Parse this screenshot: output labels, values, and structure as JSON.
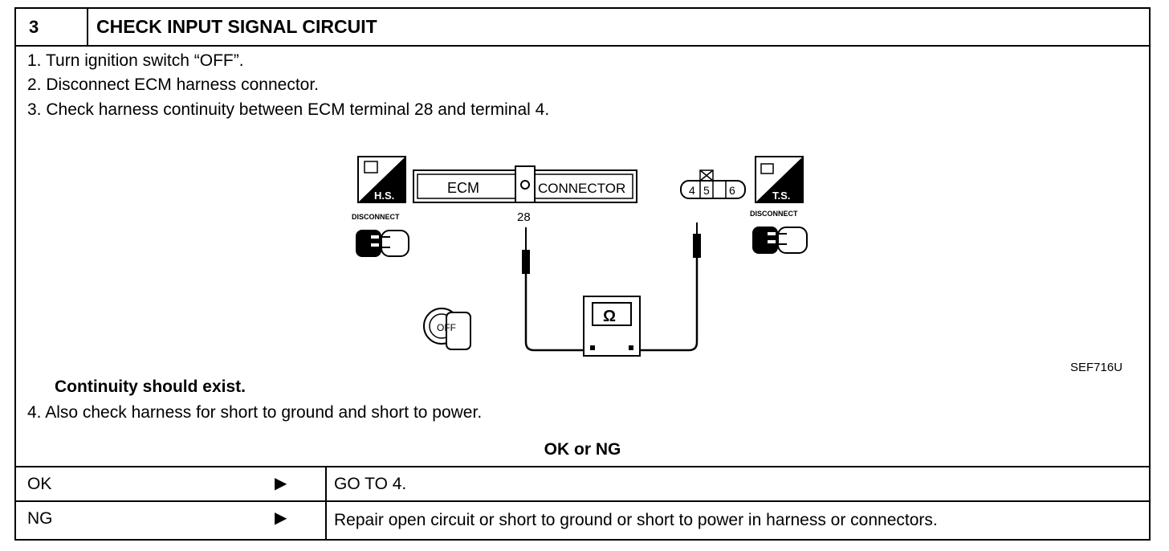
{
  "header": {
    "step_number": "3",
    "title": "CHECK INPUT SIGNAL CIRCUIT"
  },
  "steps": {
    "s1": "1.  Turn ignition switch “OFF”.",
    "s2": "2.  Disconnect ECM harness connector.",
    "s3": "3.  Check harness continuity between ECM terminal 28 and terminal 4.",
    "note": "Continuity should exist.",
    "s4": "4.  Also check harness for short to ground and short to power."
  },
  "diagram": {
    "hs_label": "H.S.",
    "ts_label": "T.S.",
    "disconnect_left": "DISCONNECT",
    "disconnect_right": "DISCONNECT",
    "ecm_label": "ECM",
    "connector_label": "CONNECTOR",
    "ecm_terminal": "28",
    "terminal_4": "4",
    "terminal_5": "5",
    "terminal_6": "6",
    "meter_symbol": "Ω",
    "key_label": "OFF",
    "figure_code": "SEF716U"
  },
  "decision": {
    "heading": "OK or NG",
    "rows": [
      {
        "label": "OK",
        "arrow": "▶",
        "result": "GO TO 4."
      },
      {
        "label": "NG",
        "arrow": "▶",
        "result": "Repair open circuit or short to ground or short to power in harness or connectors."
      }
    ]
  }
}
